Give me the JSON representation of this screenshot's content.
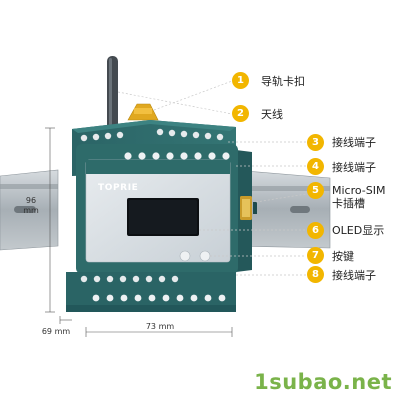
{
  "brand": "TOPRIE",
  "dimensions": {
    "height": "96\nmm",
    "height_line1": "96",
    "height_unit": "mm",
    "depth": "69 mm",
    "width": "73  mm"
  },
  "callouts": [
    {
      "num": "1",
      "label": "导轨卡扣"
    },
    {
      "num": "2",
      "label": "天线"
    },
    {
      "num": "3",
      "label": "接线端子"
    },
    {
      "num": "4",
      "label": "接线端子"
    },
    {
      "num": "5",
      "label_line1": "Micro-SIM",
      "label_line2": "卡插槽"
    },
    {
      "num": "6",
      "label": "OLED显示"
    },
    {
      "num": "7",
      "label": "按键"
    },
    {
      "num": "8",
      "label": "接线端子"
    }
  ],
  "watermark": "1subao.net",
  "colors": {
    "housing": "#2e6b6a",
    "housing_dark": "#24585a",
    "panel": "#d7dde3",
    "rail": "#a8b0b6",
    "badge": "#f2b600",
    "watermark": "#7ab34a"
  }
}
